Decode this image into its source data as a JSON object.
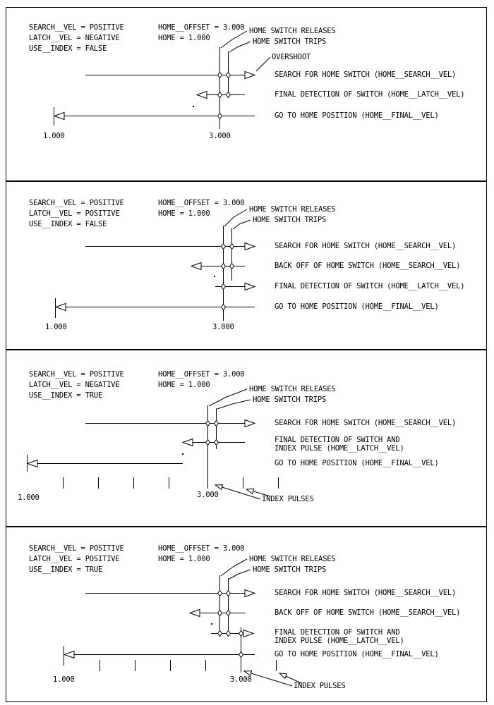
{
  "colors": {
    "line": "#000000",
    "background": "#ffffff"
  },
  "panels": [
    {
      "params": {
        "search_vel": "SEARCH__VEL = POSITIVE",
        "home_offset": "HOME__OFFSET = 3.000",
        "latch_vel": "LATCH__VEL = NEGATIVE",
        "home": "HOME = 1.000",
        "use_index": "USE__INDEX = FALSE"
      },
      "callouts": {
        "releases": "HOME SWITCH RELEASES",
        "trips": "HOME SWITCH TRIPS",
        "overshoot": "OVERSHOOT"
      },
      "moves": {
        "search": "SEARCH FOR HOME SWITCH (HOME__SEARCH__VEL)",
        "latch": "FINAL DETECTION OF SWITCH (HOME__LATCH__VEL)",
        "final": "GO TO HOME POSITION (HOME__FINAL__VEL)"
      },
      "scale": {
        "home_pos": "1.000",
        "offset_pos": "3.000"
      }
    },
    {
      "params": {
        "search_vel": "SEARCH__VEL = POSITIVE",
        "home_offset": "HOME__OFFSET = 3.000",
        "latch_vel": "LATCH__VEL = POSITIVE",
        "home": "HOME = 1.000",
        "use_index": "USE__INDEX = FALSE"
      },
      "callouts": {
        "releases": "HOME SWITCH RELEASES",
        "trips": "HOME SWITCH TRIPS"
      },
      "moves": {
        "search": "SEARCH FOR HOME SWITCH (HOME__SEARCH__VEL)",
        "backoff": "BACK OFF OF HOME SWITCH (HOME__SEARCH__VEL)",
        "latch": "FINAL DETECTION OF SWITCH (HOME__LATCH__VEL)",
        "final": "GO TO HOME POSITION (HOME__FINAL__VEL)"
      },
      "scale": {
        "home_pos": "1.000",
        "offset_pos": "3.000"
      }
    },
    {
      "params": {
        "search_vel": "SEARCH__VEL = POSITIVE",
        "home_offset": "HOME__OFFSET = 3.000",
        "latch_vel": "LATCH__VEL = NEGATIVE",
        "home": "HOME = 1.000",
        "use_index": "USE__INDEX = TRUE"
      },
      "callouts": {
        "releases": "HOME SWITCH RELEASES",
        "trips": "HOME SWITCH TRIPS"
      },
      "moves": {
        "search": "SEARCH FOR HOME SWITCH (HOME__SEARCH__VEL)",
        "latch_line1": "FINAL DETECTION OF SWITCH AND",
        "latch_line2": "INDEX PULSE (HOME__LATCH__VEL)",
        "final": "GO TO HOME POSITION (HOME__FINAL__VEL)"
      },
      "index_pulses": "INDEX PULSES",
      "scale": {
        "home_pos": "1.000",
        "offset_pos": "3.000"
      }
    },
    {
      "params": {
        "search_vel": "SEARCH__VEL = POSITIVE",
        "home_offset": "HOME__OFFSET = 3.000",
        "latch_vel": "LATCH__VEL = POSITIVE",
        "home": "HOME = 1.000",
        "use_index": "USE__INDEX = TRUE"
      },
      "callouts": {
        "releases": "HOME SWITCH RELEASES",
        "trips": "HOME SWITCH TRIPS"
      },
      "moves": {
        "search": "SEARCH FOR HOME SWITCH (HOME__SEARCH__VEL)",
        "backoff": "BACK OFF OF HOME SWITCH (HOME__SEARCH__VEL)",
        "latch_line1": "FINAL DETECTION OF SWITCH AND",
        "latch_line2": "INDEX PULSE (HOME__LATCH__VEL)",
        "final": "GO TO HOME POSITION (HOME__FINAL__VEL)"
      },
      "index_pulses": "INDEX PULSES",
      "scale": {
        "home_pos": "1.000",
        "offset_pos": "3.000"
      }
    }
  ]
}
